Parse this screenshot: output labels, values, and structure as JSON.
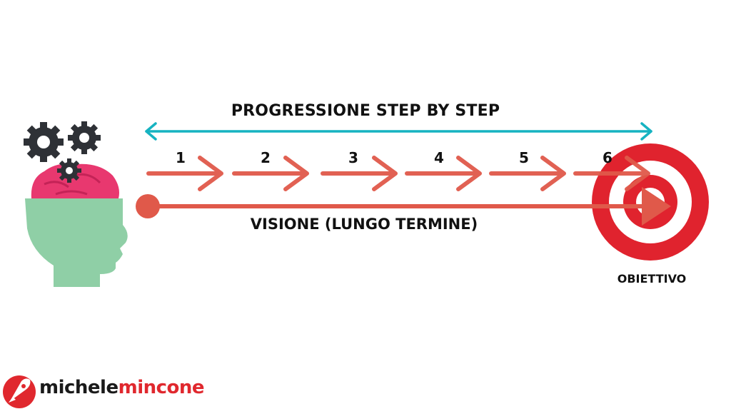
{
  "diagram": {
    "title": "PROGRESSIONE STEP BY STEP",
    "steps": [
      "1",
      "2",
      "3",
      "4",
      "5",
      "6"
    ],
    "vision_label": "VISIONE (LUNGO TERMINE)",
    "goal_label": "OBIETTIVO"
  },
  "logo": {
    "part1": "michele",
    "part2": "mincone"
  },
  "colors": {
    "arrow": "#e0594a",
    "double_arrow": "#16b3c1",
    "target_red": "#e0232e",
    "head": "#8fcfa6",
    "brain": "#e8386f",
    "gear": "#2e3136",
    "logo_red": "#e0282e"
  }
}
